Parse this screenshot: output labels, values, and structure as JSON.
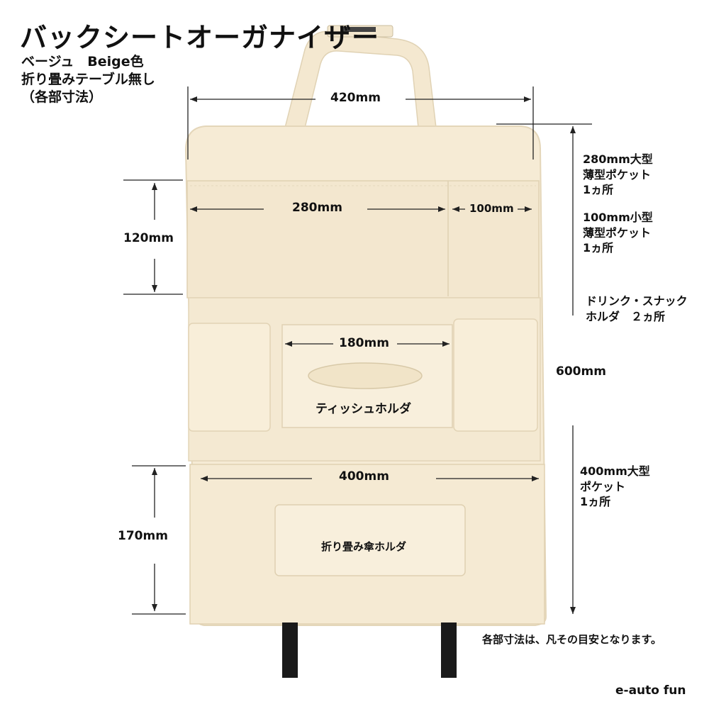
{
  "header": {
    "title": "バックシートオーガナイザー",
    "color_line": "ベージュ　Beige色",
    "table_line": "折り畳みテーブル無し",
    "dims_line": "（各部寸法）"
  },
  "dimensions": {
    "width_total": "420mm",
    "pocket_280": "280mm",
    "pocket_100": "100mm",
    "pocket_height": "120mm",
    "tissue_width": "180mm",
    "height_total": "600mm",
    "bottom_width": "400mm",
    "bottom_height": "170mm"
  },
  "labels": {
    "tissue_holder": "ティッシュホルダ",
    "umbrella_holder": "折り畳み傘ホルダ"
  },
  "notes": {
    "pocket_large_thin": [
      "280mm大型",
      "薄型ポケット",
      "1ヵ所"
    ],
    "pocket_small_thin": [
      "100mm小型",
      "薄型ポケット",
      "1ヵ所"
    ],
    "drink_holder": [
      "ドリンク・スナック",
      "ホルダ　２ヵ所"
    ],
    "pocket_large": [
      "400mm大型",
      "ポケット",
      "1ヵ所"
    ],
    "disclaimer": "各部寸法は、凡その目安となります。"
  },
  "brand": "e-auto fun",
  "colors": {
    "felt": "#f6ebd5",
    "felt_shade": "#eadcc0",
    "strap": "#1a1a1a"
  }
}
